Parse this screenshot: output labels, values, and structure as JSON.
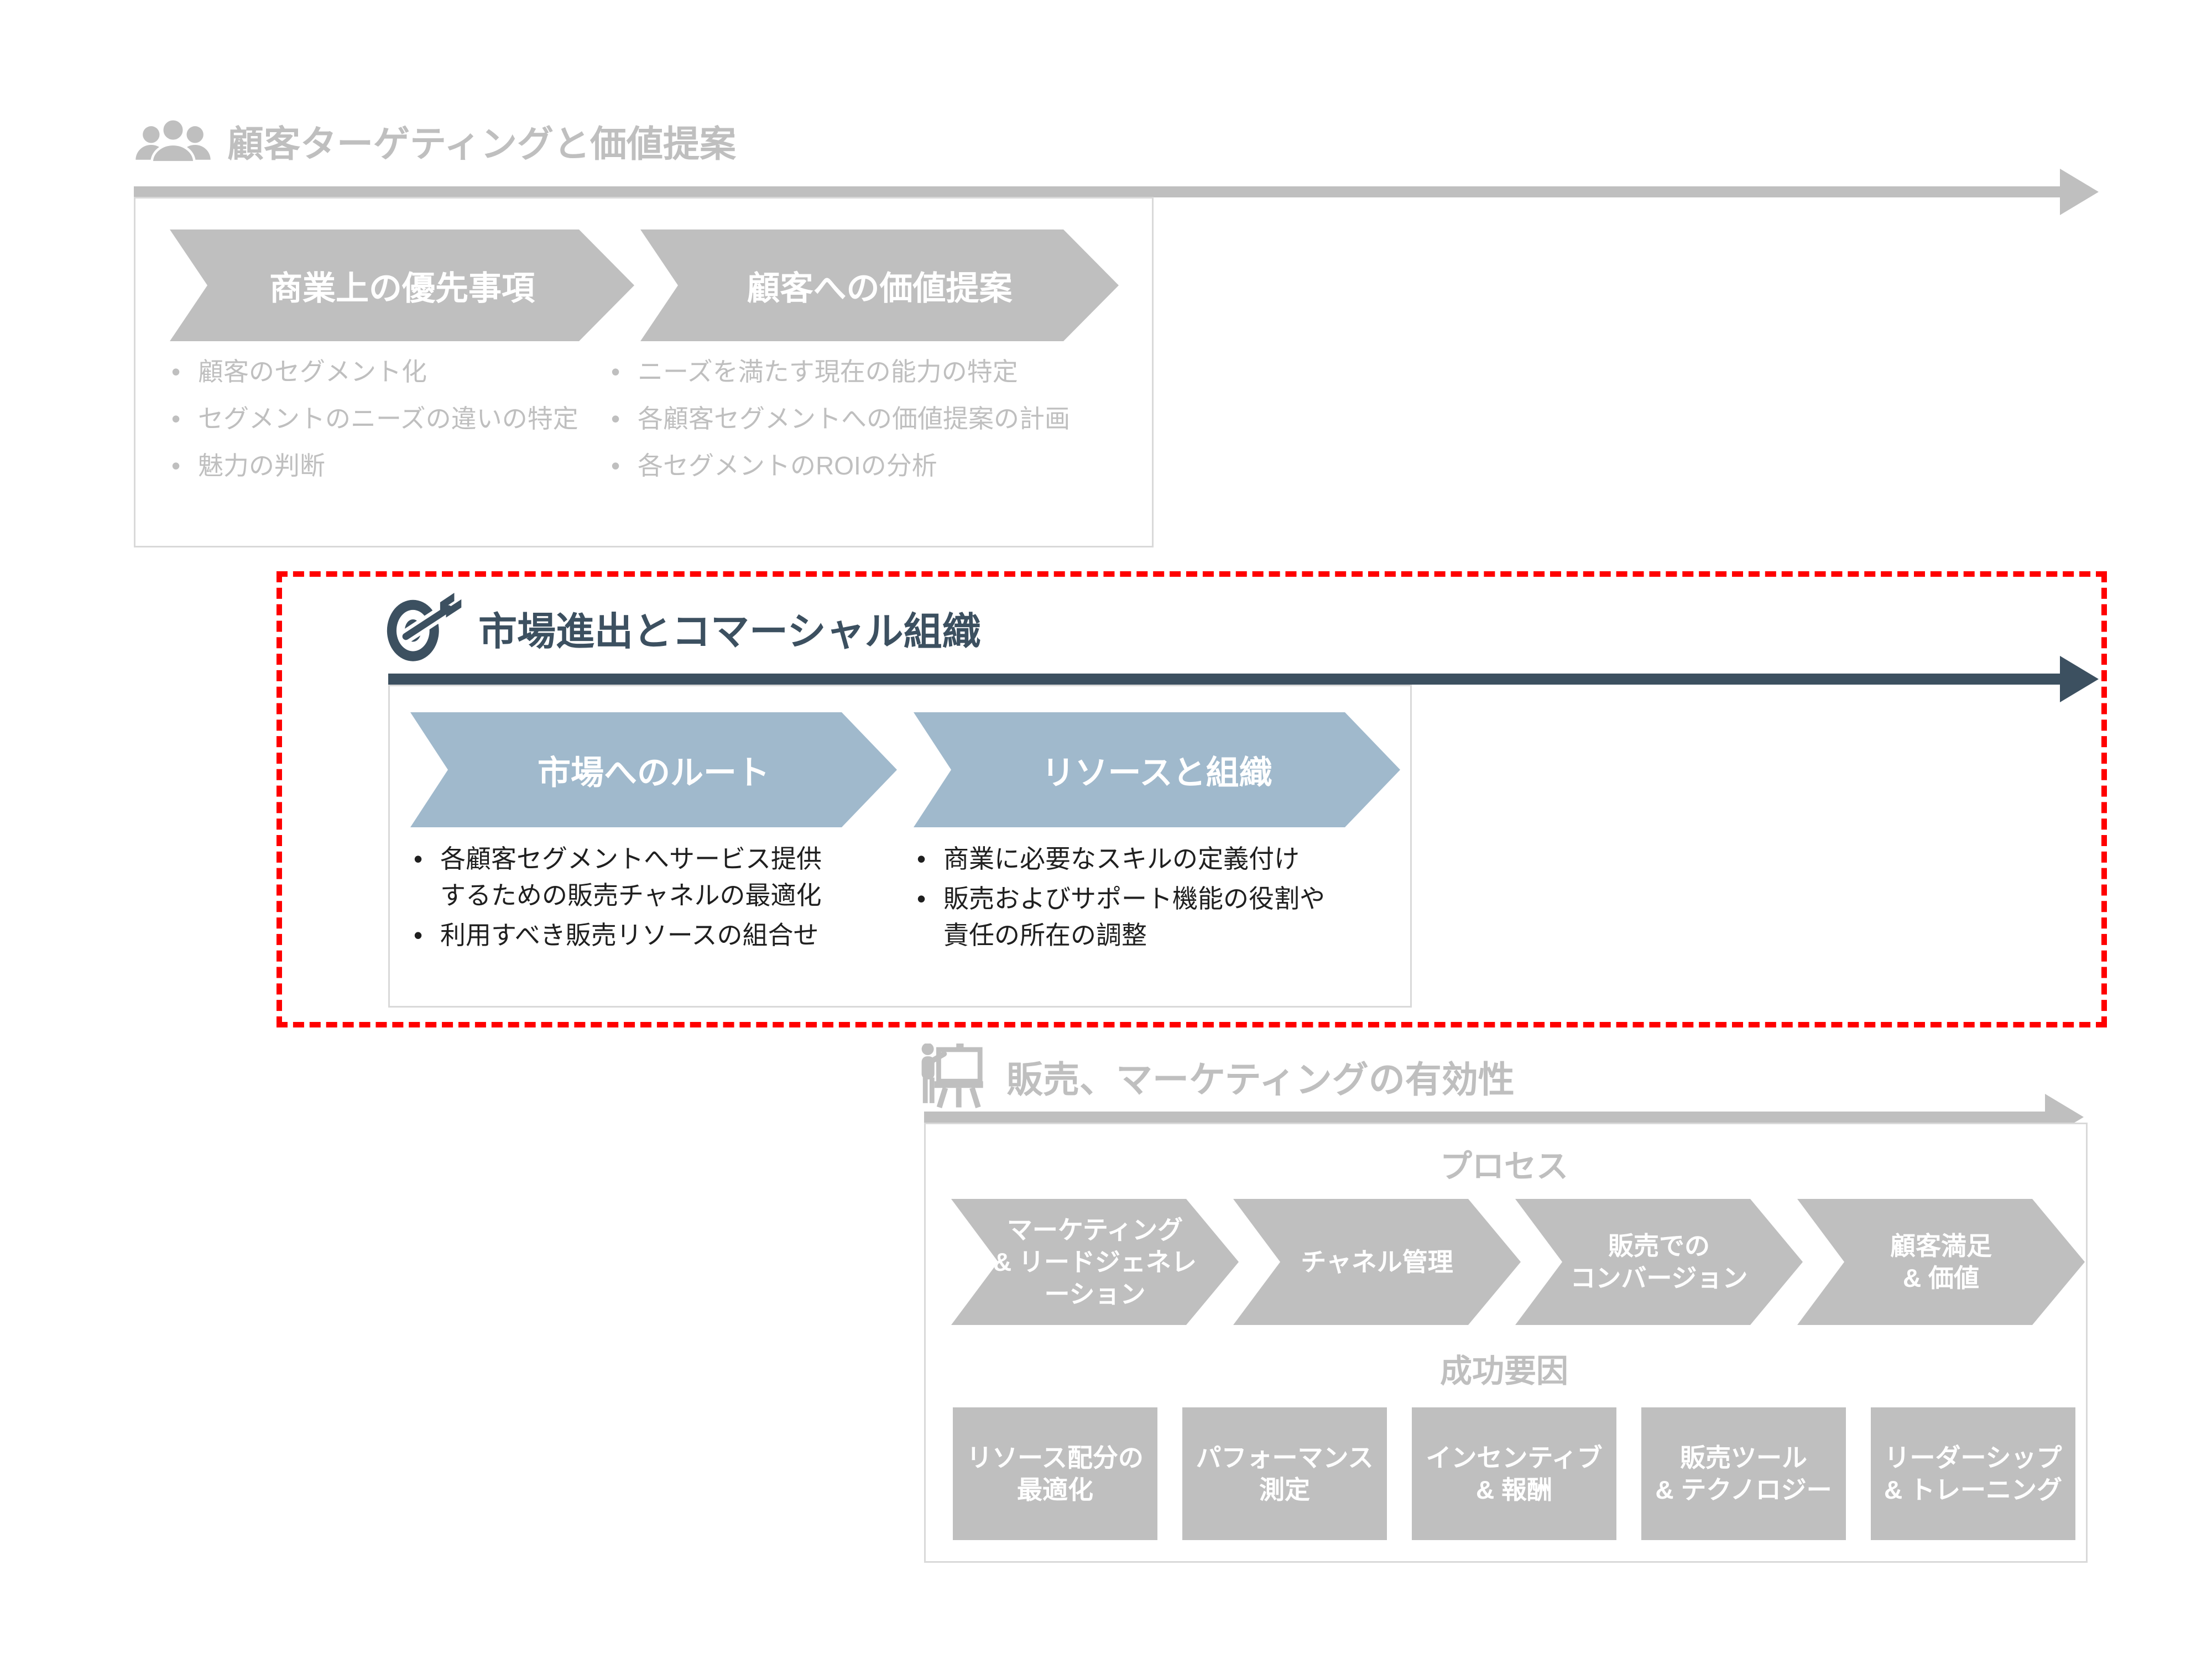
{
  "colors": {
    "muted_gray": "#BFBFBF",
    "panel_border": "#D9D9D9",
    "accent_dark": "#3C5060",
    "accent_blue": "#A0B9CC",
    "highlight_red": "#FF0000",
    "body_text": "#1F1F1F"
  },
  "sections": {
    "customer_targeting": {
      "icon": "people-group-icon",
      "title": "顧客ターゲティングと価値提案",
      "stages": [
        {
          "label": "商業上の優先事項",
          "bullets": [
            "顧客のセグメント化",
            "セグメントのニーズの違いの特定",
            "魅力の判断"
          ]
        },
        {
          "label": "顧客への価値提案",
          "bullets": [
            "ニーズを満たす現在の能力の特定",
            "各顧客セグメントへの価値提案の計画",
            "各セグメントのROIの分析"
          ]
        }
      ]
    },
    "go_to_market": {
      "icon": "target-arrow-icon",
      "title": "市場進出とコマーシャル組織",
      "highlighted": true,
      "stages": [
        {
          "label": "市場へのルート",
          "bullets": [
            "各顧客セグメントへサービス提供\nするための販売チャネルの最適化",
            "利用すべき販売リソースの組合せ"
          ]
        },
        {
          "label": "リソースと組織",
          "bullets": [
            "商業に必要なスキルの定義付け",
            "販売およびサポート機能の役割や\n責任の所在の調整"
          ]
        }
      ]
    },
    "sales_marketing": {
      "icon": "presenter-easel-icon",
      "title": "販売、マーケティングの有効性",
      "process_label": "プロセス",
      "process_steps": [
        "マーケティング\n& リードジェネレ\nーション",
        "チャネル管理",
        "販売での\nコンバージョン",
        "顧客満足\n& 価値"
      ],
      "success_label": "成功要因",
      "success_factors": [
        "リソース配分の\n最適化",
        "パフォーマンス\n測定",
        "インセンティブ\n& 報酬",
        "販売ツール\n& テクノロジー",
        "リーダーシップ\n& トレーニング"
      ]
    }
  }
}
